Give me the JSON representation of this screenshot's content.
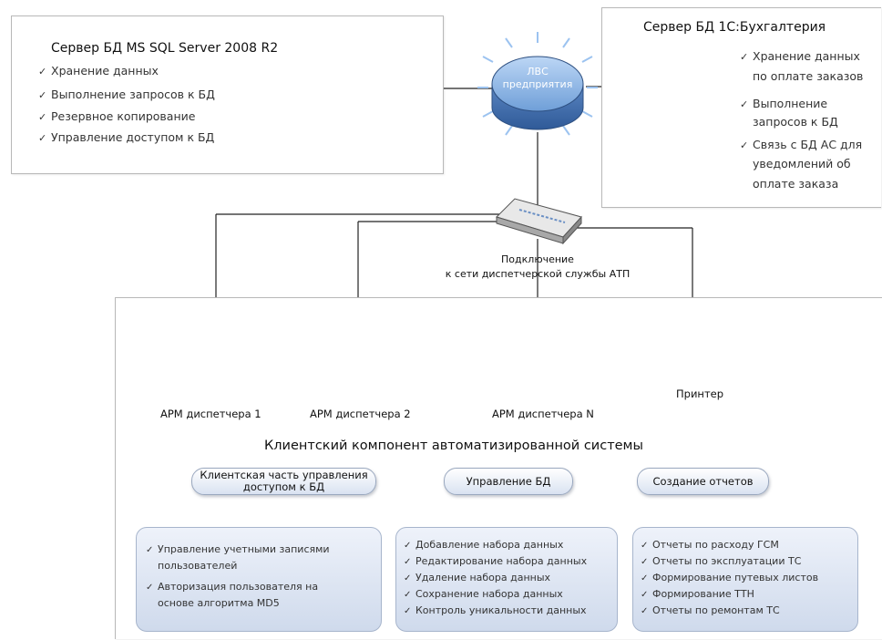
{
  "left_server": {
    "title": "Сервер БД MS SQL Server 2008 R2",
    "items": [
      "Хранение данных",
      "Выполнение запросов к БД",
      "Резервное копирование",
      "Управление доступом к БД"
    ]
  },
  "right_server": {
    "title": "Сервер БД 1С:Бухгалтерия",
    "items": [
      [
        "Хранение данных",
        "по оплате заказов"
      ],
      [
        "Выполнение",
        "запросов к БД"
      ],
      [
        "Связь с БД АС для",
        "уведомлений об",
        "оплате заказа"
      ]
    ]
  },
  "lan": {
    "line1": "ЛВС",
    "line2": "предприятия"
  },
  "switch": {
    "line1": "Подключение",
    "line2": "к сети диспетчерской службы АТП"
  },
  "workstations": [
    "АРМ диспетчера 1",
    "АРМ диспетчера 2",
    "АРМ диспетчера N"
  ],
  "printer": "Принтер",
  "client": {
    "title": "Клиентский компонент автоматизированной системы",
    "modules": [
      {
        "label": "Клиентская часть управления доступом к БД",
        "label_lines": [
          "Клиентская часть управления",
          "доступом к БД"
        ],
        "items": [
          "Управление учетными записями пользователей",
          "Авторизация пользователя на основе алгоритма  MD5"
        ],
        "item_lines": [
          [
            "Управление учетными записями",
            "пользователей"
          ],
          [
            "Авторизация пользователя на",
            "основе алгоритма  MD5"
          ]
        ]
      },
      {
        "label": "Управление БД",
        "items": [
          "Добавление набора данных",
          "Редактирование набора данных",
          "Удаление набора данных",
          "Сохранение набора данных",
          "Контроль уникальности данных"
        ]
      },
      {
        "label": "Создание отчетов",
        "items": [
          "Отчеты по расходу ГСМ",
          "Отчеты по эксплуатации ТС",
          "Формирование путевых листов",
          "Формирование ТТН",
          "Отчеты по ремонтам ТС"
        ]
      }
    ]
  }
}
